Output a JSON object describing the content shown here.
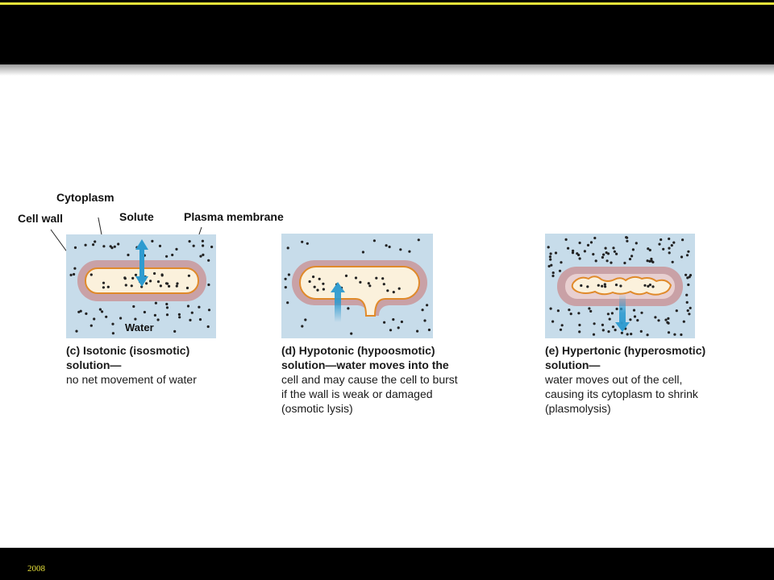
{
  "footer": {
    "year": "2008"
  },
  "labels": {
    "cytoplasm": "Cytoplasm",
    "cell_wall": "Cell wall",
    "solute": "Solute",
    "plasma_membrane": "Plasma membrane",
    "water": "Water"
  },
  "panels": [
    {
      "id": "c",
      "head": "(c) Isotonic (isosmotic)",
      "line2": "solution—",
      "body": [
        "no net movement of water"
      ]
    },
    {
      "id": "d",
      "head": "(d) Hypotonic (hypoosmotic)",
      "line2": "solution—water moves into the",
      "body": [
        "cell and may cause the cell to burst",
        "if the wall is weak or damaged",
        "(osmotic lysis)"
      ]
    },
    {
      "id": "e",
      "head": "(e) Hypertonic (hyperosmotic)",
      "line2": "solution—",
      "body": [
        "water moves out of the cell,",
        "causing its cytoplasm to shrink",
        "(plasmolysis)"
      ]
    }
  ],
  "colors": {
    "solution": "#c7dcea",
    "wall": "#c9a1a6",
    "membrane": "#e08a2a",
    "cytoplasm": "#fbf1dc",
    "arrow": "#2e9bd0"
  }
}
